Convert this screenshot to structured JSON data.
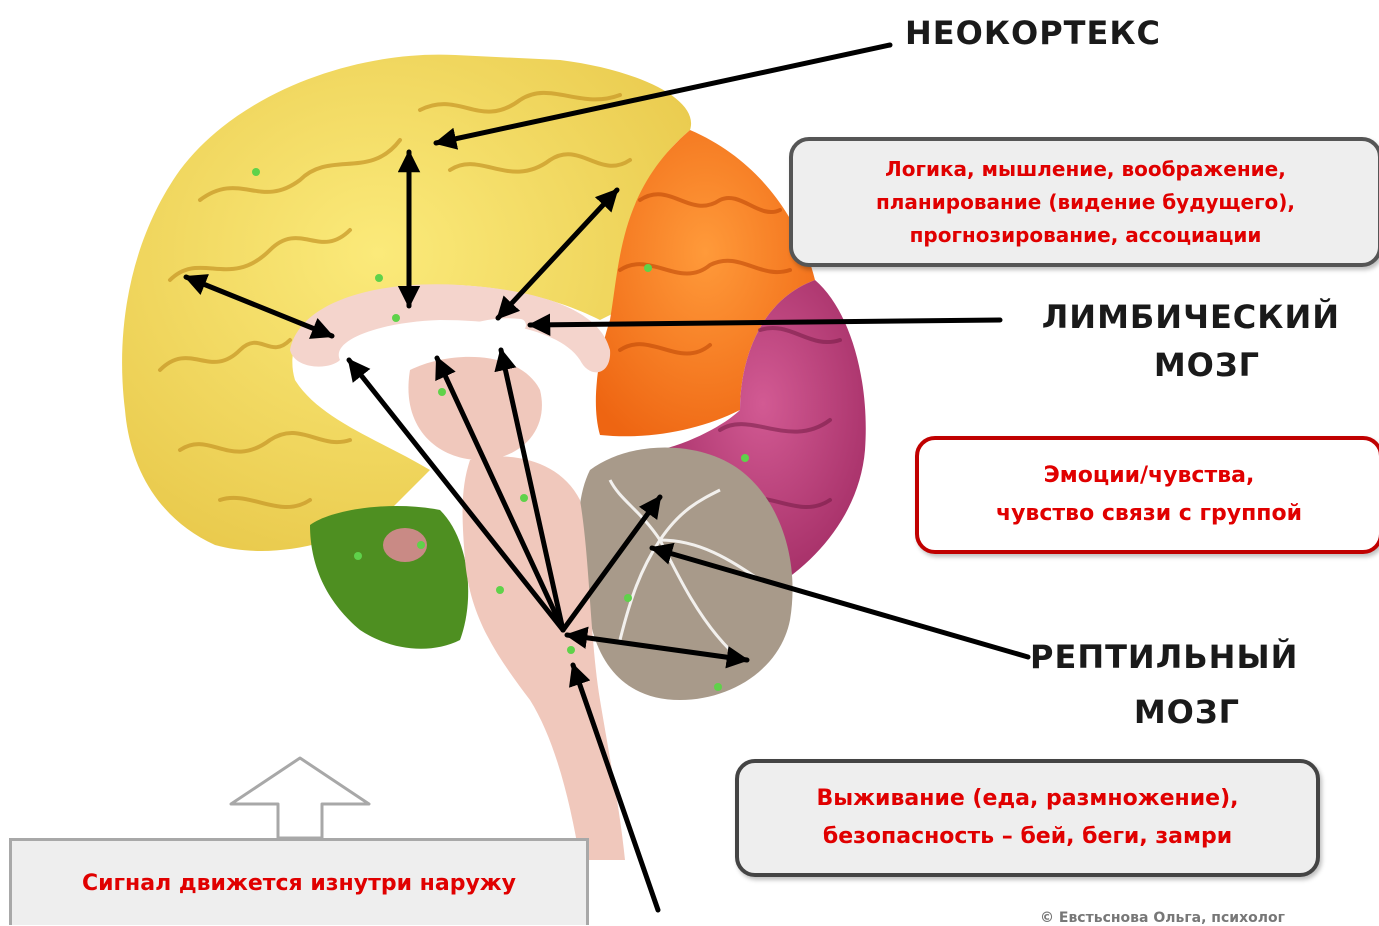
{
  "labels": {
    "neocortex": "НЕОКОРТЕКС",
    "limbic_line1": "ЛИМБИЧЕСКИЙ",
    "limbic_line2": "МОЗГ",
    "reptilian_line1": "РЕПТИЛЬНЫЙ",
    "reptilian_line2": "МОЗГ"
  },
  "boxes": {
    "neocortex": {
      "lines": [
        "Логика, мышление, воображение,",
        "планирование (видение будущего),",
        "прогнозирование, ассоциации"
      ],
      "text_color": "#e00000",
      "border_color": "#555555"
    },
    "limbic": {
      "lines": [
        "Эмоции/чувства,",
        "чувство связи с группой"
      ],
      "text_color": "#e00000",
      "border_color": "#c00000"
    },
    "reptilian": {
      "lines": [
        "Выживание (еда, размножение),",
        "безопасность – бей, беги, замри"
      ],
      "text_color": "#e00000",
      "border_color": "#444444"
    },
    "signal": {
      "text": "Сигнал движется изнутри наружу",
      "text_color": "#e00000"
    }
  },
  "copyright": "© Евстьснова Ольга, психолог",
  "colors": {
    "neocortex_frontal": "#f2dd5c",
    "parietal": "#f77a1c",
    "occipital": "#b8356e",
    "temporal": "#4e8f21",
    "cerebellum": "#a89a8a",
    "limbic": "#f4d4cc",
    "brainstem": "#f0c8bc",
    "arrow": "#000000"
  }
}
